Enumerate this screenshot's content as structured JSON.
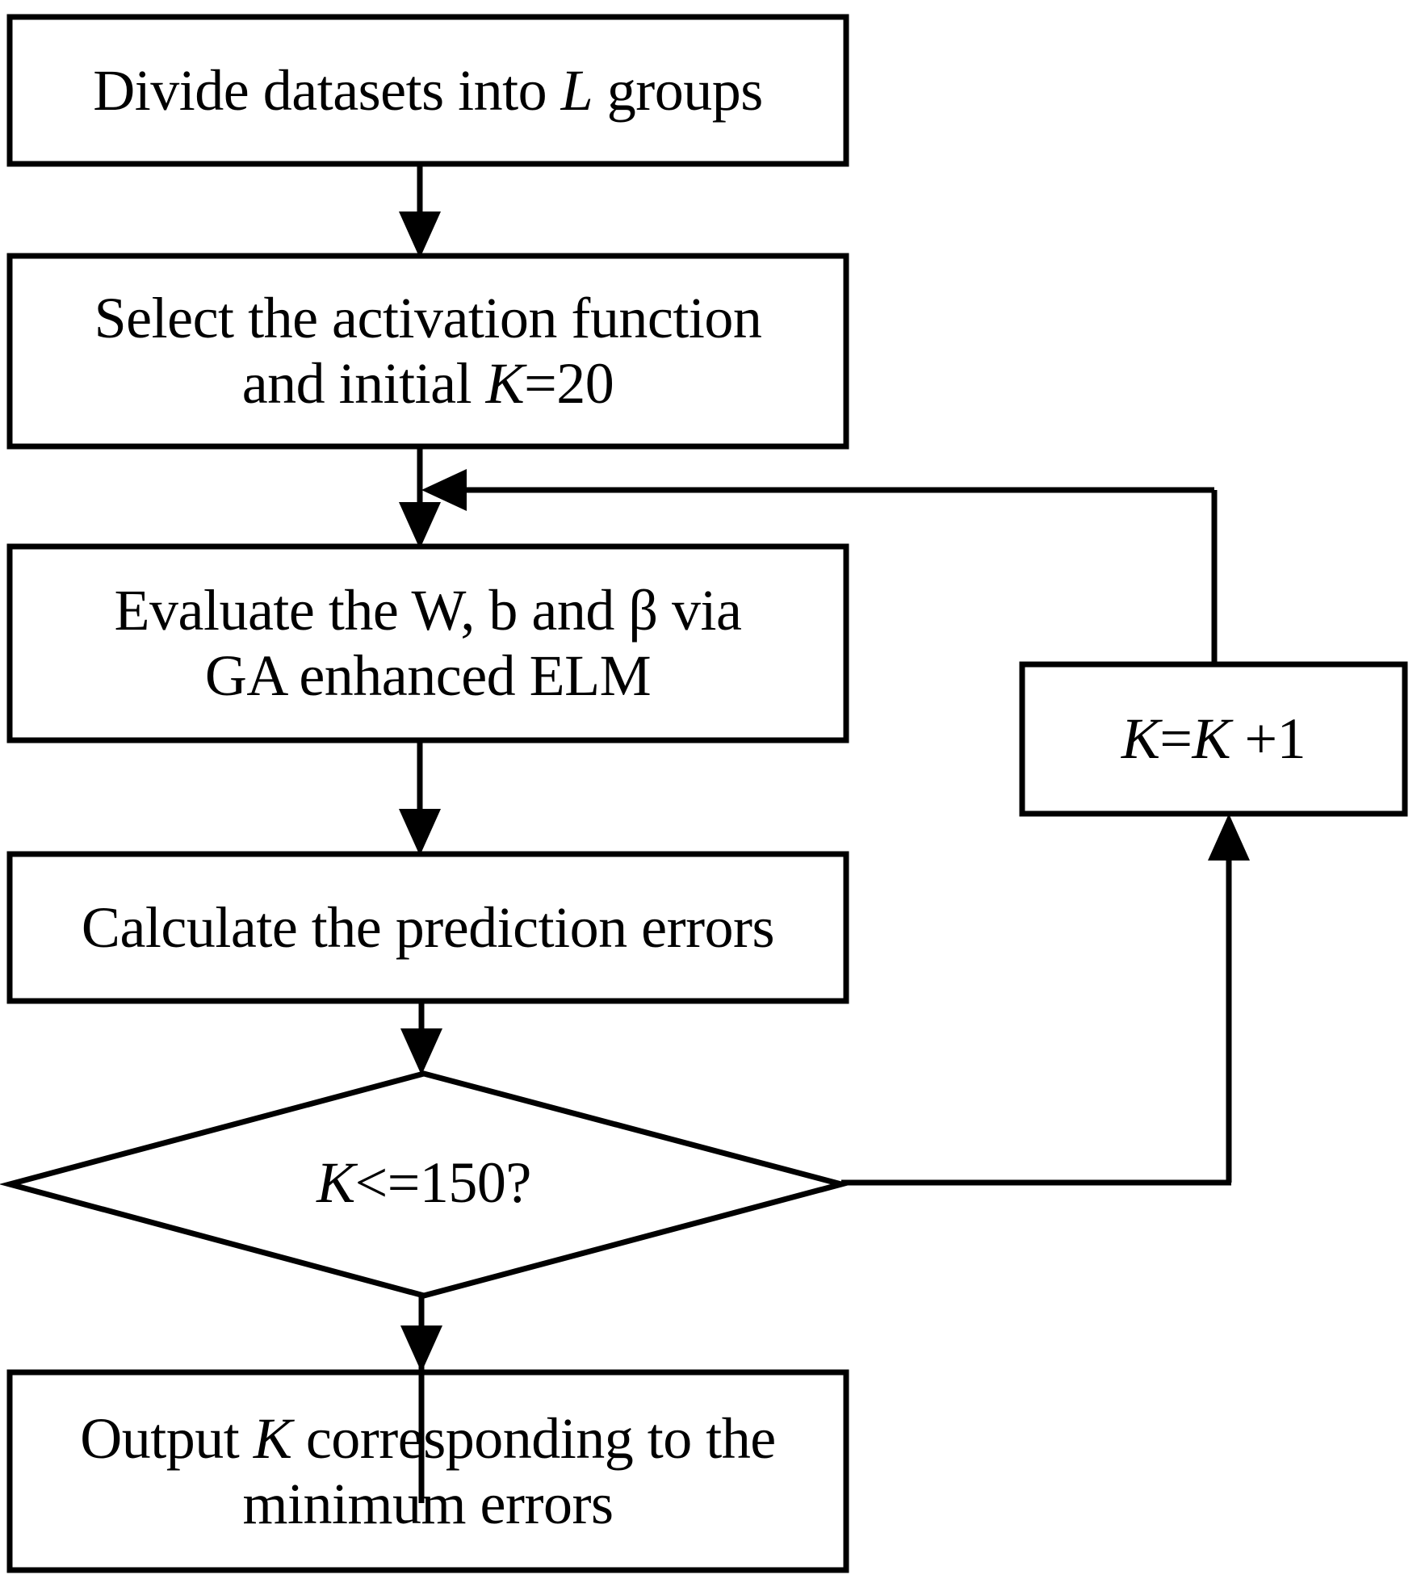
{
  "diagram": {
    "title": "Flowchart for selecting the number of hidden nodes K in GA enhanced ELM",
    "background_color": "#ffffff",
    "line_color": "#000000",
    "nodes": [
      {
        "id": "divide",
        "shape": "rectangle",
        "text_lines": [
          "Divide datasets into ",
          "L",
          " groups"
        ],
        "line1_a": "Divide datasets into ",
        "line1_italic": "L",
        "line1_b": " groups"
      },
      {
        "id": "select",
        "shape": "rectangle",
        "line1": "Select the activation function",
        "line2_a": "and initial ",
        "line2_italic": "K",
        "line2_b": "=20"
      },
      {
        "id": "evaluate",
        "shape": "rectangle",
        "line1": "Evaluate the W, b and  β via",
        "line2": "GA enhanced ELM"
      },
      {
        "id": "calculate",
        "shape": "rectangle",
        "line1": "Calculate the prediction errors"
      },
      {
        "id": "decision",
        "shape": "diamond",
        "line1_italic": "K",
        "line1_b": "<=150?"
      },
      {
        "id": "increment",
        "shape": "rectangle",
        "line1_italic_a": "K",
        "line1_mid": "=",
        "line1_italic_b": "K",
        "line1_tail": " +1"
      },
      {
        "id": "output",
        "shape": "rectangle",
        "line1_a": "Output ",
        "line1_italic": "K",
        "line1_b": " corresponding to the",
        "line2": "minimum errors"
      }
    ],
    "edges": [
      {
        "id": "divide-to-select",
        "from": "divide",
        "to": "select",
        "kind": "arrow-down"
      },
      {
        "id": "select-to-evaluate",
        "from": "select",
        "to": "evaluate",
        "kind": "arrow-down"
      },
      {
        "id": "evaluate-to-calculate",
        "from": "evaluate",
        "to": "calculate",
        "kind": "arrow-down"
      },
      {
        "id": "calculate-to-decision",
        "from": "calculate",
        "to": "decision",
        "kind": "arrow-down"
      },
      {
        "id": "decision-to-output",
        "from": "decision",
        "to": "output",
        "kind": "arrow-down"
      },
      {
        "id": "decision-to-increment",
        "from": "decision",
        "to": "increment",
        "kind": "elbow-right-up"
      },
      {
        "id": "increment-to-evaluate",
        "from": "increment",
        "to": "evaluate",
        "kind": "elbow-up-left"
      }
    ]
  }
}
